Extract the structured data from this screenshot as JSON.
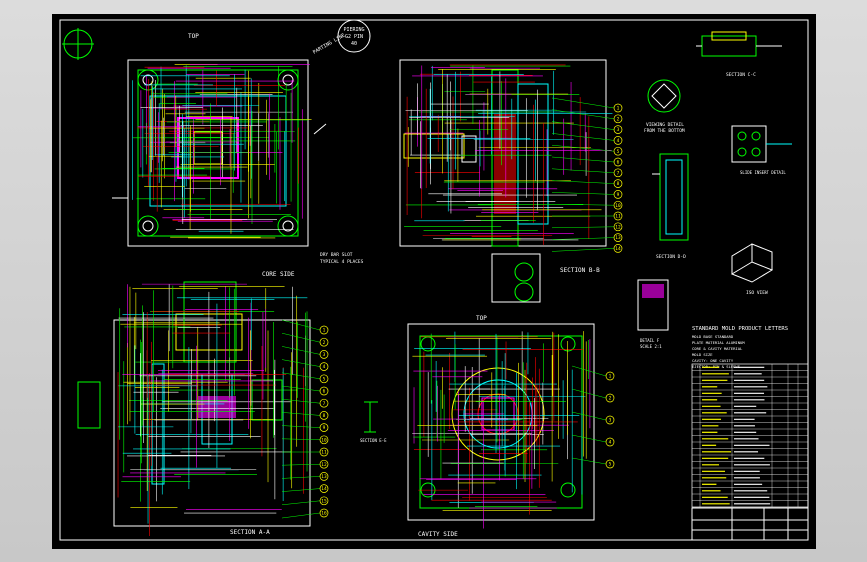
{
  "drawing": {
    "callout_top": [
      "PIERING",
      "G2 PIN",
      "40"
    ],
    "callout_left": "PARTING LINE",
    "labels": {
      "top_core": "TOP",
      "core_side": "CORE SIDE",
      "dry_slot": [
        "DRY BAR SLOT",
        "TYPICAL 4 PLACES"
      ],
      "section_bb": "SECTION B-B",
      "section_aa": "SECTION A-A",
      "top_cavity": "TOP",
      "cavity_side": "CAVITY SIDE",
      "section_cc": "SECTION C-C",
      "viewing_detail": [
        "VIEWING DETAIL",
        "FROM THE BOTTOM"
      ],
      "detail_right": "SECTION D-D",
      "slide_detail": "SLIDE INSERT DETAIL",
      "iso": "ISO VIEW",
      "small_detail": "SECTION E-E",
      "small_detail_2": [
        "DETAIL F",
        "SCALE 2:1"
      ],
      "notes_title": "STANDARD MOLD PRODUCT LETTERS",
      "notes": [
        "MOLD BASE STANDARD",
        "PLATE MATERIAL ALUMINUM",
        "CORE & CAVITY MATERIAL",
        "MOLD SIZE",
        "CAVITY: ONE CAVITY",
        "EJECTOR: PIN & SLEEVE"
      ]
    },
    "balloons_aa": [
      "1",
      "2",
      "3",
      "4",
      "5",
      "6",
      "7",
      "8",
      "9",
      "10",
      "11",
      "12",
      "13",
      "14",
      "15",
      "16"
    ],
    "balloons_bb": [
      "1",
      "2",
      "3",
      "4",
      "5",
      "6",
      "7",
      "8",
      "9",
      "10",
      "11",
      "12",
      "13",
      "14"
    ],
    "balloons_cav": [
      "1",
      "2",
      "3",
      "4",
      "5"
    ],
    "bom_rows": 22,
    "colors": {
      "background": "#000000",
      "frame": "#ffffff",
      "geometry_green": "#00ff00",
      "geometry_cyan": "#00ffff",
      "geometry_yellow": "#ffff00",
      "geometry_red": "#ff0000",
      "geometry_magenta": "#ff00ff",
      "dim_white": "#ffffff"
    }
  }
}
